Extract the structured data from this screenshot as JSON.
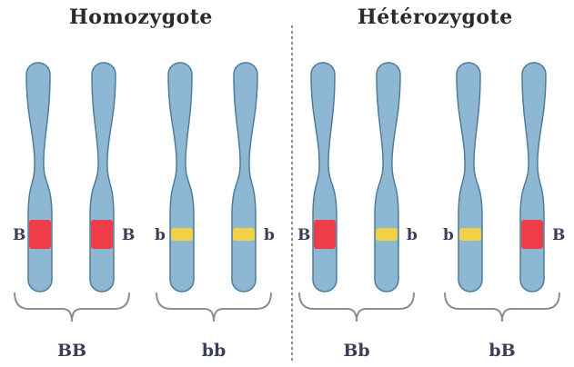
{
  "headings": {
    "left": "Homozygote",
    "right": "Hétérozygote"
  },
  "colors": {
    "chromatid_fill": "#8eb7d3",
    "chromatid_stroke": "#4f7c9c",
    "dominant_band": "#ee3d48",
    "recessive_band": "#f1d146",
    "brace": "#8a8f9a",
    "divider": "#8f8f8f"
  },
  "pairs": [
    {
      "genotype": "BB",
      "left": {
        "allele": "B",
        "band": "dominant"
      },
      "right": {
        "allele": "B",
        "band": "dominant"
      }
    },
    {
      "genotype": "bb",
      "left": {
        "allele": "b",
        "band": "recessive"
      },
      "right": {
        "allele": "b",
        "band": "recessive"
      }
    },
    {
      "genotype": "Bb",
      "left": {
        "allele": "B",
        "band": "dominant"
      },
      "right": {
        "allele": "b",
        "band": "recessive"
      }
    },
    {
      "genotype": "bB",
      "left": {
        "allele": "b",
        "band": "recessive"
      },
      "right": {
        "allele": "B",
        "band": "dominant"
      }
    }
  ]
}
